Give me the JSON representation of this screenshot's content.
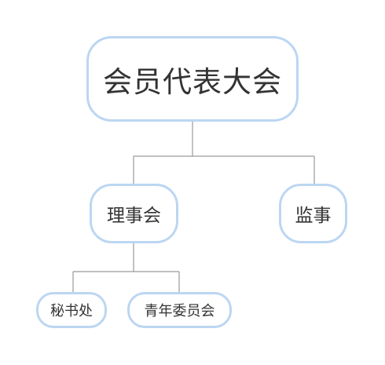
{
  "org_chart": {
    "root": {
      "label": "会员代表大会"
    },
    "council": {
      "label": "理事会"
    },
    "supervisor": {
      "label": "监事"
    },
    "secretariat": {
      "label": "秘书处"
    },
    "youth_committee": {
      "label": "青年委员会"
    }
  },
  "colors": {
    "node_border": "#bcd6f2",
    "connector": "#9a9a9a",
    "text": "#333333"
  }
}
